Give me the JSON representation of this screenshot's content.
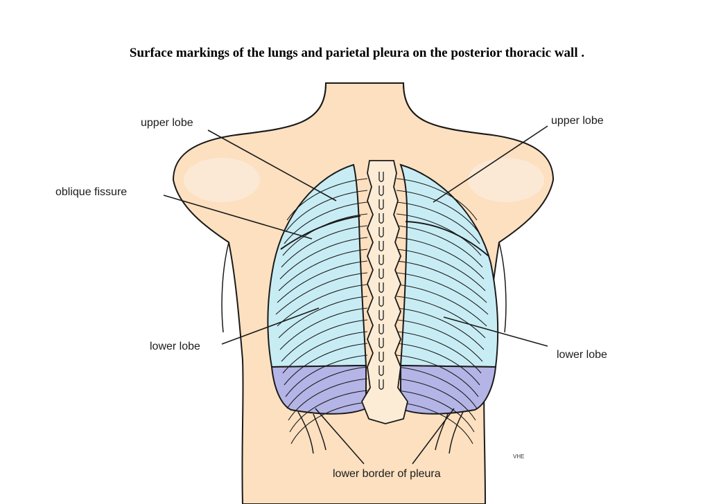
{
  "title": "Surface markings of the lungs and parietal pleura on the posterior thoracic wall .",
  "labels": {
    "upper_left": "upper lobe",
    "upper_right": "upper lobe",
    "oblique": "oblique fissure",
    "lower_left": "lower lobe",
    "lower_right": "lower lobe",
    "pleura": "lower border of pleura",
    "signature": "VHE"
  },
  "colors": {
    "skin": "#fce0c0",
    "lung": "#c8ecf4",
    "pleura": "#b4b4e6",
    "outline": "#1a1a1a"
  }
}
